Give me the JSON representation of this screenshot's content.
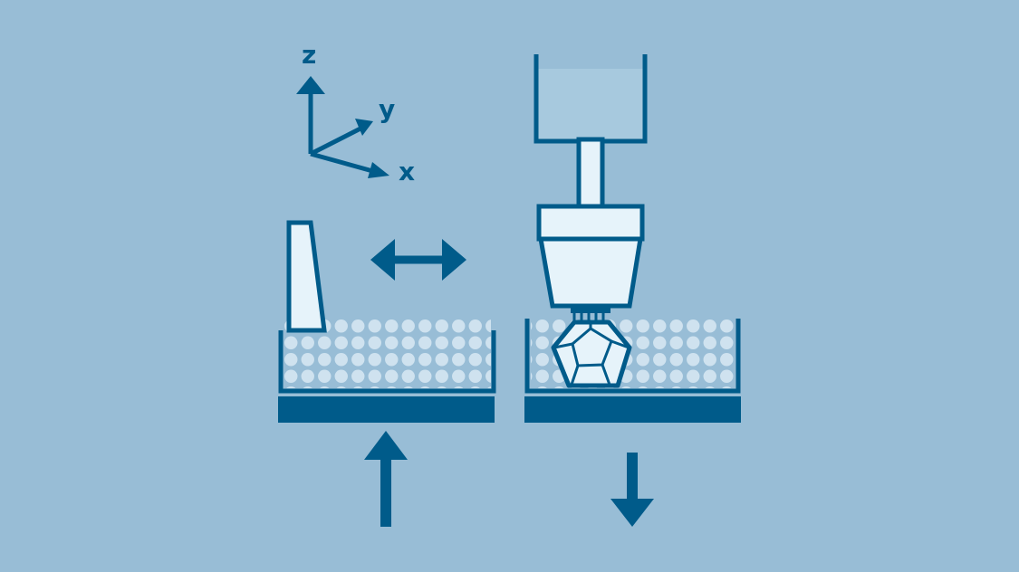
{
  "colors": {
    "background": "#98bdd6",
    "primary": "#005b8a",
    "light_fill": "#e6f3fa",
    "powder": "#cfe2ef",
    "tank_fill": "#a7c9de"
  },
  "axes": {
    "z_label": "z",
    "y_label": "y",
    "x_label": "x"
  },
  "icons": {
    "recoater": "recoater-blade-icon",
    "horizontal_arrow": "double-arrow-icon",
    "up_arrow": "arrow-up-icon",
    "down_arrow": "arrow-down-icon",
    "print_head": "print-head-icon",
    "part": "dodecahedron-part-icon"
  }
}
